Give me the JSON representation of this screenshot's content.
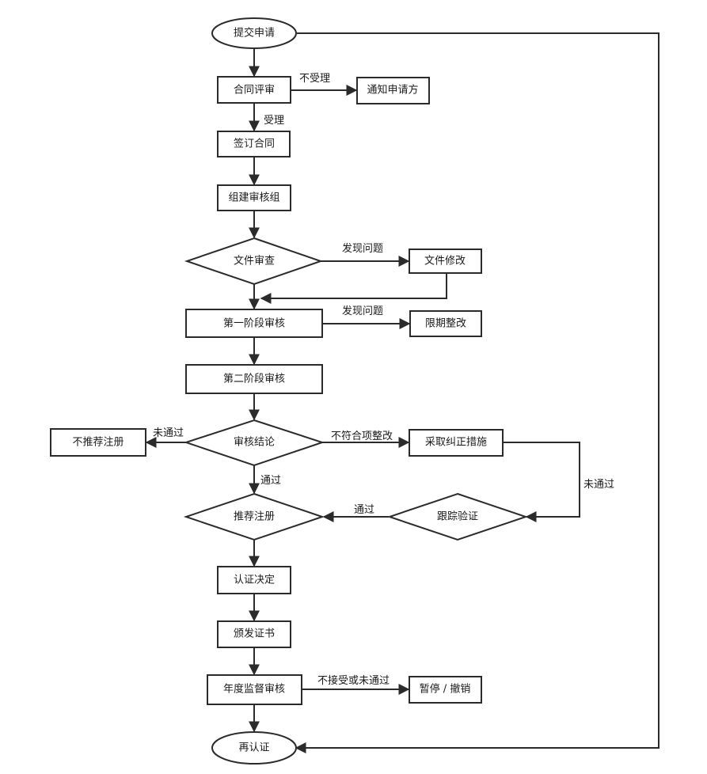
{
  "nodes": {
    "submit": "提交申请",
    "contract_review": "合同评审",
    "notify_applicant": "通知申请方",
    "sign_contract": "签订合同",
    "form_team": "组建审核组",
    "doc_review": "文件审查",
    "doc_revise": "文件修改",
    "stage1_audit": "第一阶段审核",
    "deadline_fix": "限期整改",
    "stage2_audit": "第二阶段审核",
    "audit_conclusion": "审核结论",
    "not_recommend": "不推荐注册",
    "corrective_action": "采取纠正措施",
    "follow_verify": "跟踪验证",
    "recommend": "推荐注册",
    "cert_decision": "认证决定",
    "issue_cert": "颁发证书",
    "annual_audit": "年度监督审核",
    "suspend_revoke": "暂停 / 撤销",
    "recert": "再认证"
  },
  "edges": {
    "not_accepted": "不受理",
    "accepted": "受理",
    "issue_found_1": "发现问题",
    "issue_found_2": "发现问题",
    "nonconform_fix": "不符合项整改",
    "failed_left": "未通过",
    "passed_down": "通过",
    "failed_right": "未通过",
    "passed_left": "通过",
    "not_accept_or_fail": "不接受或未通过"
  }
}
